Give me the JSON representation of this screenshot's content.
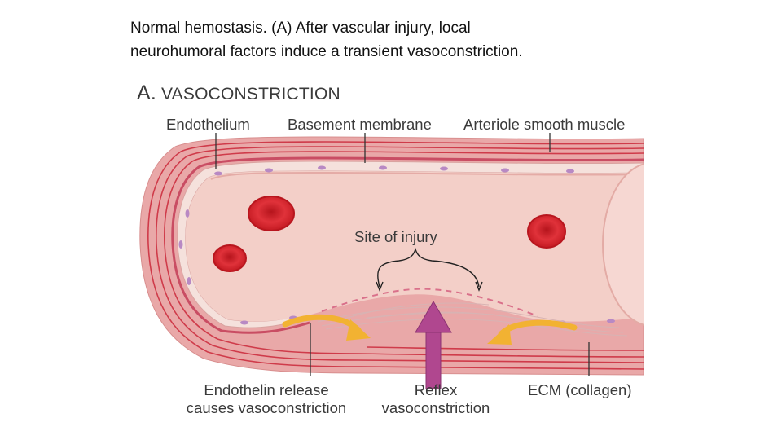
{
  "caption": {
    "line1": "Normal hemostasis. (A) After vascular injury, local",
    "line2": "neurohumoral factors induce a transient vasoconstriction."
  },
  "figure": {
    "panel_letter": "A.",
    "panel_title": "VASOCONSTRICTION",
    "labels": {
      "endothelium": "Endothelium",
      "basement_membrane": "Basement membrane",
      "arteriole_smooth_muscle": "Arteriole smooth muscle",
      "site_of_injury": "Site of injury",
      "endothelin_release_1": "Endothelin release",
      "endothelin_release_2": "causes vasoconstriction",
      "reflex_1": "Reflex",
      "reflex_2": "vasoconstriction",
      "ecm": "ECM (collagen)"
    },
    "colors": {
      "vessel_wall": "#e8a7a7",
      "muscle_stripe": "#cf3b4a",
      "lumen": "#f3cfc8",
      "endothelial_cell": "#f6e3df",
      "nucleus": "#b889c4",
      "red_cell": "#d8242e",
      "endothelin_arrow": "#f2b232",
      "reflex_arrow": "#b0478f"
    }
  }
}
